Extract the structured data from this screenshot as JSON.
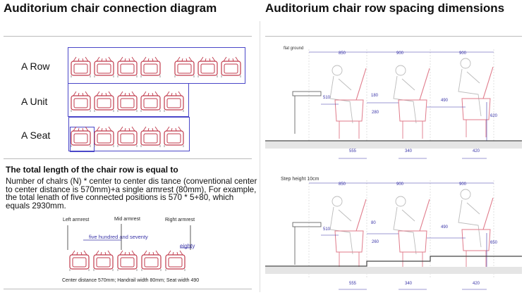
{
  "left_title": "Auditorium chair connection diagram",
  "right_title": "Auditorium chair row spacing dimensions",
  "rows": [
    {
      "label": "A Row"
    },
    {
      "label": "A Unit"
    },
    {
      "label": "A Seat"
    }
  ],
  "heading": "The total length of the chair row is equal to",
  "paragraph": "Number of chalrs (N) * center to center dis  tance (conventional center to center distance is 570mm)+a single armrest (80mm), For example, the total lenath of five connected positions is 570 * 5+80, which equals 2930mm.",
  "armrest_labels": {
    "left": "Left armrest",
    "mid": "Mid armrest",
    "right": "Right armrest"
  },
  "note_570": "five hundred and seventy",
  "note_80": "eighty",
  "caption": "Center distance 570mm; Handrail width 80mm; Seat width 490",
  "top_diagram": {
    "label": "flat ground",
    "widths": [
      "850",
      "900",
      "900"
    ],
    "dims": [
      "510",
      "180",
      "490",
      "280",
      "620"
    ],
    "bottom_dims": [
      "555",
      "340",
      "420"
    ]
  },
  "bottom_diagram": {
    "label": "Step height 10cm",
    "widths": [
      "850",
      "900",
      "900"
    ],
    "dims": [
      "510",
      "80",
      "490",
      "260",
      "650"
    ],
    "bottom_dims": [
      "555",
      "340",
      "420"
    ]
  },
  "colors": {
    "chair": "#c0394b",
    "box": "#4a47c8",
    "dim": "#3a35a8"
  }
}
